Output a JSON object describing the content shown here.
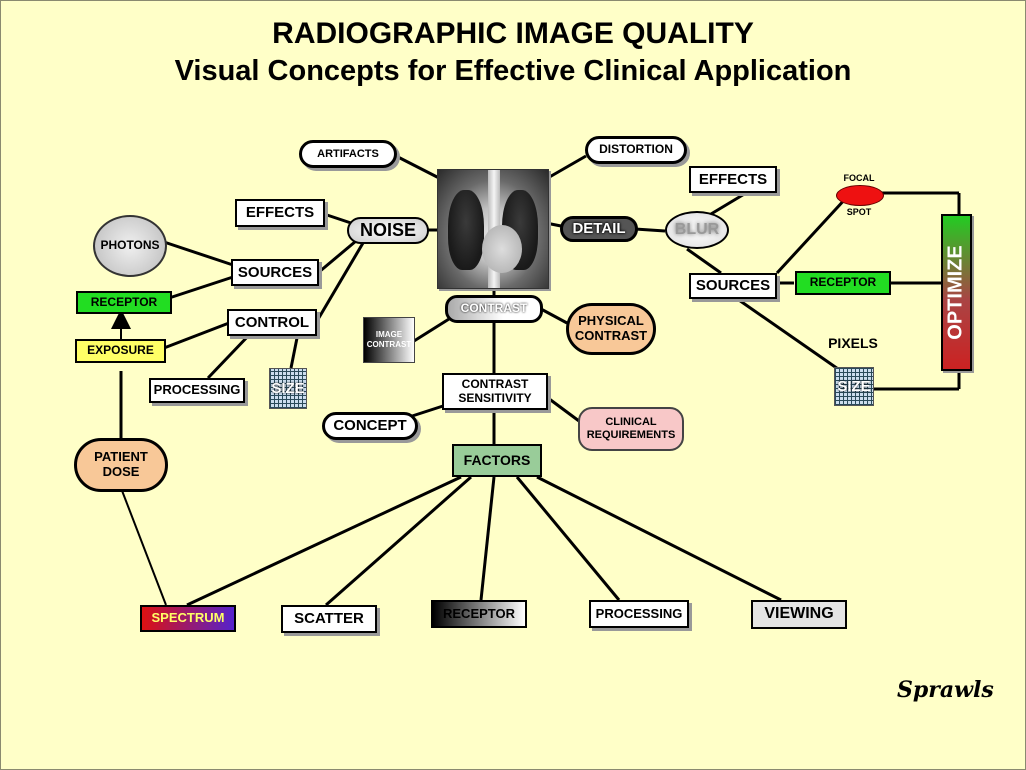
{
  "title": {
    "line1": "RADIOGRAPHIC IMAGE QUALITY",
    "line2": "Visual Concepts for Effective Clinical Application"
  },
  "nodes": {
    "artifacts": "ARTIFACTS",
    "distortion": "DISTORTION",
    "effects_left": "EFFECTS",
    "noise": "NOISE",
    "photons": "PHOTONS",
    "sources_left": "SOURCES",
    "receptor_left": "RECEPTOR",
    "control": "CONTROL",
    "exposure": "EXPOSURE",
    "processing_left": "PROCESSING",
    "size_left": "SIZE",
    "patient_dose": "PATIENT DOSE",
    "image_contrast": "IMAGE CONTRAST",
    "contrast": "CONTRAST",
    "physical_contrast": "PHYSICAL CONTRAST",
    "contrast_sensitivity": "CONTRAST SENSITIVITY",
    "concept": "CONCEPT",
    "clinical_requirements": "CLINICAL REQUIREMENTS",
    "factors": "FACTORS",
    "detail": "DETAIL",
    "blur": "BLUR",
    "effects_right": "EFFECTS",
    "focal": "FOCAL",
    "spot": "SPOT",
    "sources_right": "SOURCES",
    "receptor_right": "RECEPTOR",
    "pixels": "PIXELS",
    "size_right": "SIZE",
    "optimize": "OPTIMIZE",
    "spectrum": "SPECTRUM",
    "scatter": "SCATTER",
    "receptor_bottom": "RECEPTOR",
    "processing_bottom": "PROCESSING",
    "viewing": "VIEWING"
  },
  "signature": "Sprawls",
  "colors": {
    "background": "#ffffc8",
    "green": "#22dd22",
    "yellow": "#ffff66",
    "peach": "#f8c898",
    "pink": "#f8c8c8",
    "factors": "#99cc99",
    "focal_red": "#ee1111"
  }
}
